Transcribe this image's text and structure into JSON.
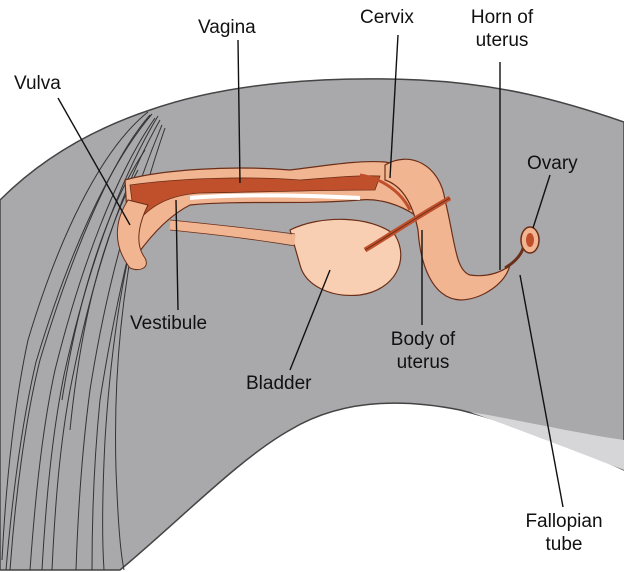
{
  "diagram": {
    "labels": {
      "vagina": "Vagina",
      "cervix": "Cervix",
      "horn_line1": "Horn of",
      "horn_line2": "uterus",
      "vulva": "Vulva",
      "ovary": "Ovary",
      "vestibule": "Vestibule",
      "body_line1": "Body of",
      "body_line2": "uterus",
      "bladder": "Bladder",
      "fallopian_line1": "Fallopian",
      "fallopian_line2": "tube"
    },
    "colors": {
      "body": "#a9a9ab",
      "body_light": "#d6d6d8",
      "tract_dark": "#c0502c",
      "tract_light": "#f2b592",
      "bladder": "#f8cfb2",
      "line": "#111111"
    }
  }
}
